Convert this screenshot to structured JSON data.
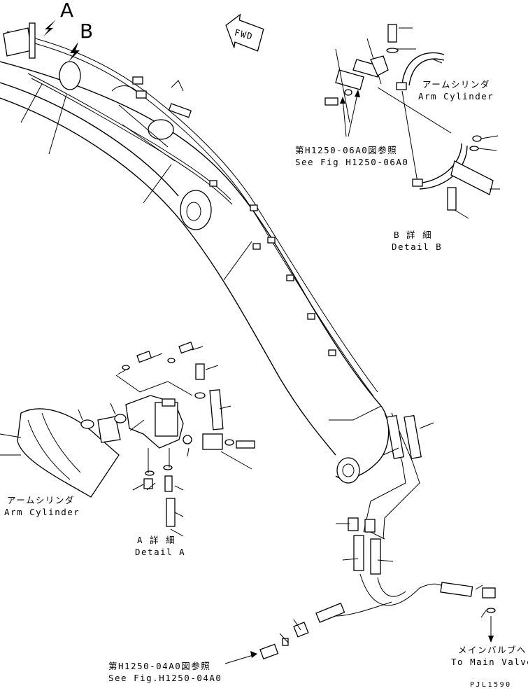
{
  "view_labels": {
    "a": "A",
    "b": "B",
    "fwd": "FWD"
  },
  "labels": {
    "arm_cylinder_top_jp": "アームシリンダ",
    "arm_cylinder_top_en": "Arm Cylinder",
    "see_fig_06_jp": "第H1250-06A0図参照",
    "see_fig_06_en": "See Fig H1250-06A0",
    "detail_b_jp": "B 詳 細",
    "detail_b_en": "Detail B",
    "arm_cylinder_left_jp": "アームシリンダ",
    "arm_cylinder_left_en": "Arm Cylinder",
    "detail_a_jp": "A 詳 細",
    "detail_a_en": "Detail A",
    "see_fig_04_jp": "第H1250-04A0図参照",
    "see_fig_04_en": "See Fig.H1250-04A0",
    "main_valve_jp": "メインバルブへ",
    "main_valve_en": "To Main Valve",
    "drawing_code": "PJL1590"
  }
}
